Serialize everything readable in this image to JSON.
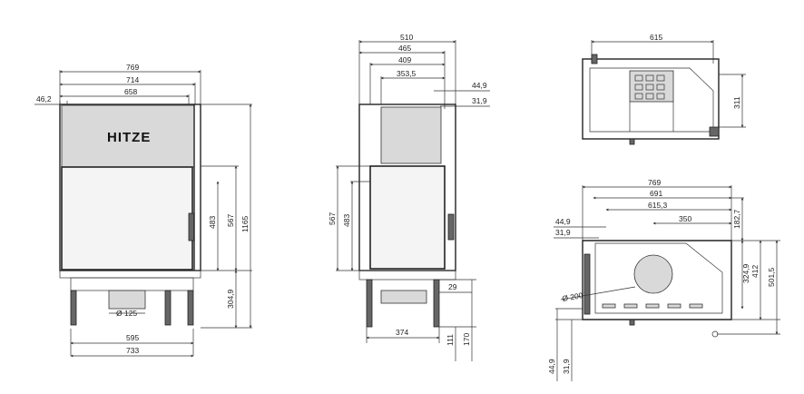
{
  "brand": "HITZE",
  "front_view": {
    "width_outer": "769",
    "width_mid": "714",
    "width_inner": "658",
    "offset_left": "46,2",
    "height_door": "483",
    "height_glass": "567",
    "height_total": "1165",
    "height_legs": "304,9",
    "flue_diameter": "Ø 125",
    "base_inner": "595",
    "base_outer": "733"
  },
  "side_view": {
    "depth_total": "510",
    "depth_2": "465",
    "depth_3": "409",
    "depth_4": "353,5",
    "offset_1": "44,9",
    "offset_2": "31,9",
    "height_glass": "567",
    "height_door": "483",
    "base_depth": "374",
    "leg_offset": "29",
    "leg_height": "111",
    "leg_height_2": "170"
  },
  "top_view": {
    "width": "615",
    "depth": "311"
  },
  "plan_view": {
    "width_outer": "769",
    "width_mid": "691",
    "width_inner": "615,3",
    "flue_offset": "350",
    "offset_1": "44,9",
    "offset_2": "31,9",
    "depth_1": "182,7",
    "depth_2": "324,9",
    "depth_3": "412",
    "depth_4": "501,5",
    "flue_diameter": "Ø 200",
    "bottom_1": "44,9",
    "bottom_2": "31,9"
  }
}
